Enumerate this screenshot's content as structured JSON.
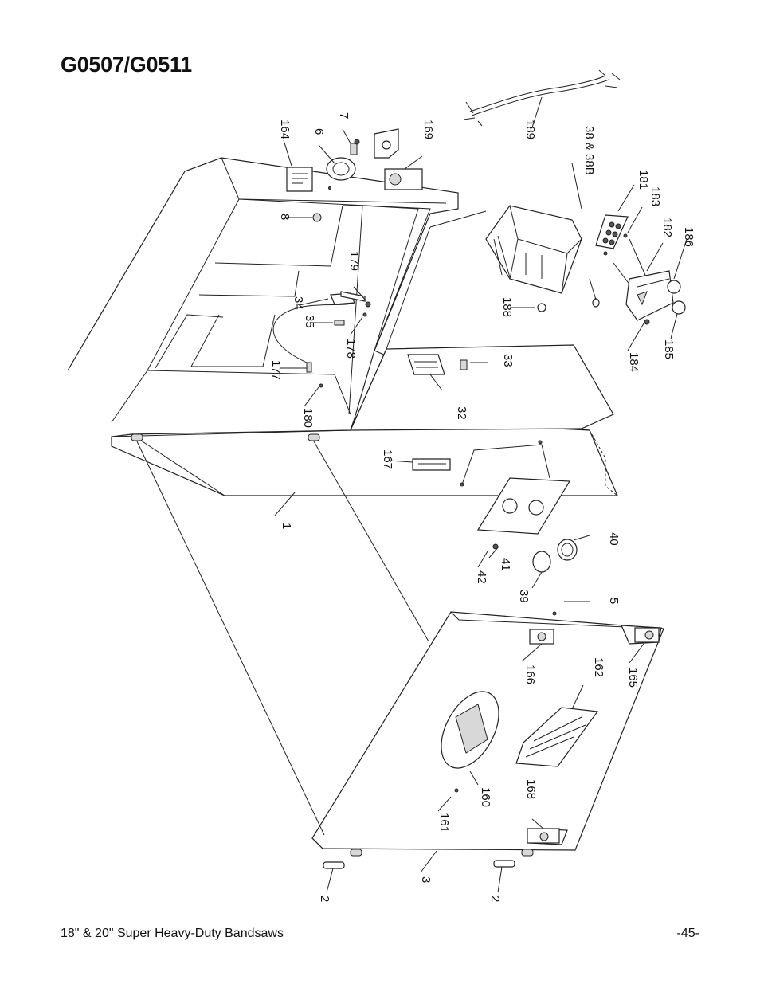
{
  "header": {
    "title": "G0507/G0511"
  },
  "footer": {
    "manual_title": "18\" & 20\" Super Heavy-Duty Bandsaws",
    "page_number": "-45-"
  },
  "diagram": {
    "callouts": {
      "c1": "1",
      "c2a": "2",
      "c2b": "2",
      "c3": "3",
      "c5": "5",
      "c6": "6",
      "c7": "7",
      "c8": "8",
      "c32": "32",
      "c33": "33",
      "c34": "34",
      "c35": "35",
      "c38": "38 & 38B",
      "c39": "39",
      "c40": "40",
      "c41": "41",
      "c42": "42",
      "c160": "160",
      "c161": "161",
      "c162": "162",
      "c164": "164",
      "c165": "165",
      "c166": "166",
      "c167": "167",
      "c168": "168",
      "c169": "169",
      "c177": "177",
      "c178": "178",
      "c179": "179",
      "c180": "180",
      "c181": "181",
      "c182": "182",
      "c183": "183",
      "c184": "184",
      "c185": "185",
      "c186": "186",
      "c188": "188",
      "c189": "189"
    }
  }
}
